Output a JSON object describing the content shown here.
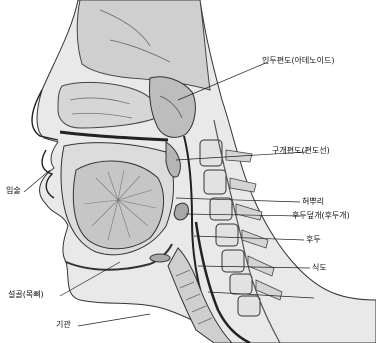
{
  "labels": {
    "nasopharynx": "인두편도(아데노이드)",
    "lips": "입술",
    "tonsil": "구개편도(편도선)",
    "tongue_root": "혀뿌리",
    "epiglottis": "후두덮개(후두개)",
    "larynx": "후두",
    "esophagus": "식도",
    "hyoid": "설골(목뼈)",
    "trachea": "기관"
  }
}
